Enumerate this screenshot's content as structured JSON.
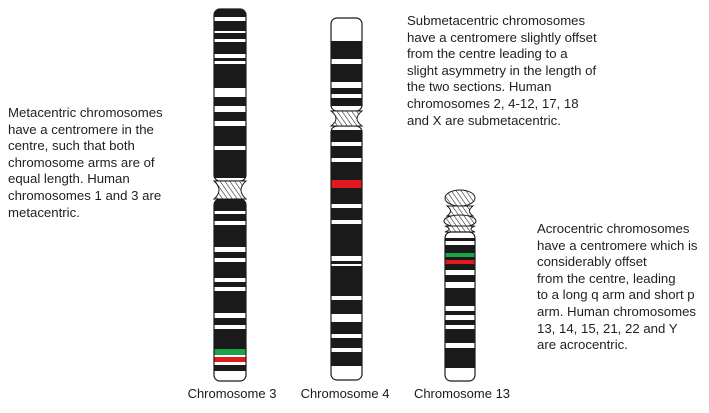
{
  "descriptions": {
    "metacentric": [
      "Metacentric chromosomes",
      "have a centromere in the",
      "centre, such that both",
      "chromosome arms are of",
      "equal length. Human",
      "chromosomes 1 and 3 are",
      "metacentric."
    ],
    "submetacentric": [
      "Submetacentric chromosomes",
      "have a centromere slightly offset",
      "from the centre leading to a",
      "slight asymmetry in the length of",
      "the two sections. Human",
      "chromosomes 2, 4-12, 17, 18",
      "and X are submetacentric."
    ],
    "acrocentric": [
      "Acrocentric chromosomes",
      "have a centromere which is",
      "considerably offset",
      "from the centre, leading",
      "to a long q arm and short p",
      "arm. Human chromosomes",
      "13, 14, 15, 21, 22 and Y",
      "are acrocentric."
    ]
  },
  "labels": {
    "chromosome3": "Chromosome 3",
    "chromosome4": "Chromosome 4",
    "chromosome13": "Chromosome 13"
  },
  "colors": {
    "band": "#1a1a1a",
    "outline": "#1a1a1a",
    "highlight_red": "#e0191f",
    "highlight_green": "#1aa34a"
  }
}
